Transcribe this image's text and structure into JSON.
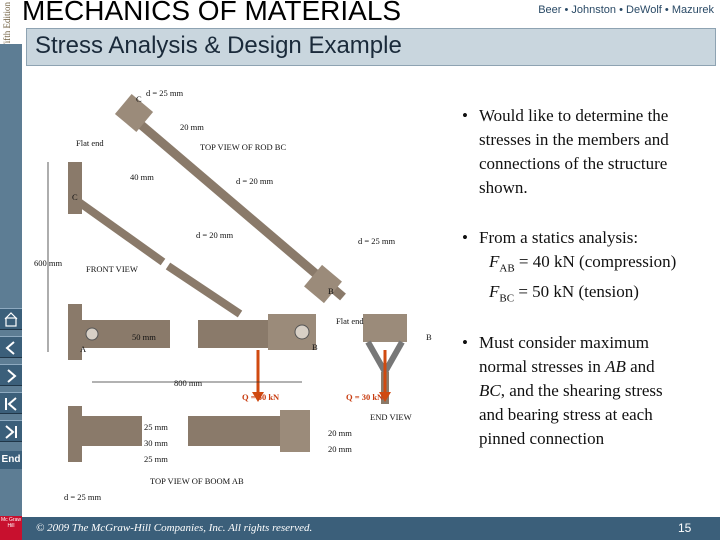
{
  "header": {
    "edition": "Fifth Edition",
    "title": "MECHANICS OF MATERIALS",
    "authors": "Beer • Johnston • DeWolf • Mazurek",
    "subtitle": "Stress Analysis & Design Example"
  },
  "bullets": [
    {
      "lines": [
        "Would like to determine the",
        "stresses in the members and",
        "connections of the structure",
        "shown."
      ]
    },
    {
      "lines": [
        "From a statics analysis:",
        "F",
        "AB",
        "= 40 kN (compression)",
        "F",
        "BC",
        "= 50 kN (tension)"
      ]
    },
    {
      "lines": [
        "Must consider maximum",
        "normal stresses in ",
        "AB",
        " and",
        "BC",
        ", and the shearing stress",
        "and bearing stress at each",
        "pinned connection"
      ]
    }
  ],
  "figure": {
    "labels": {
      "d25_top": "d = 25 mm",
      "dim20_top": "20 mm",
      "flat_end_top": "Flat end",
      "top_view_rod": "TOP VIEW OF ROD BC",
      "dim40": "40 mm",
      "d20_a": "d = 20 mm",
      "d20_b": "d = 20 mm",
      "d25_mid": "d = 25 mm",
      "dim600": "600 mm",
      "front_view": "FRONT VIEW",
      "flat_end_mid": "Flat end",
      "dim50": "50 mm",
      "dim800": "800 mm",
      "q_left": "Q = 30 kN",
      "q_right": "Q = 30 kN",
      "end_view": "END VIEW",
      "dim25_b": "25 mm",
      "dim30": "30 mm",
      "dim25_c": "25 mm",
      "dim20_r1": "20 mm",
      "dim20_r2": "20 mm",
      "d25_bottom": "d = 25 mm",
      "top_view_boom": "TOP VIEW OF BOOM AB",
      "pt_a": "A",
      "pt_b": "B",
      "pt_b2": "B",
      "pt_b3": "B",
      "pt_c": "C",
      "pt_c2": "C"
    }
  },
  "footer": {
    "copyright": "© 2009 The McGraw-Hill Companies, Inc. All rights reserved.",
    "page": "15",
    "publisher": "Mc Graw Hill"
  },
  "nav": {
    "end_label": "End"
  },
  "colors": {
    "nav_blue": "#3b5f7a",
    "subtitle_bg": "#c9d6de",
    "metal": "#8a7a6a",
    "load_arrow": "#d04a10",
    "publisher_red": "#c8102e"
  }
}
